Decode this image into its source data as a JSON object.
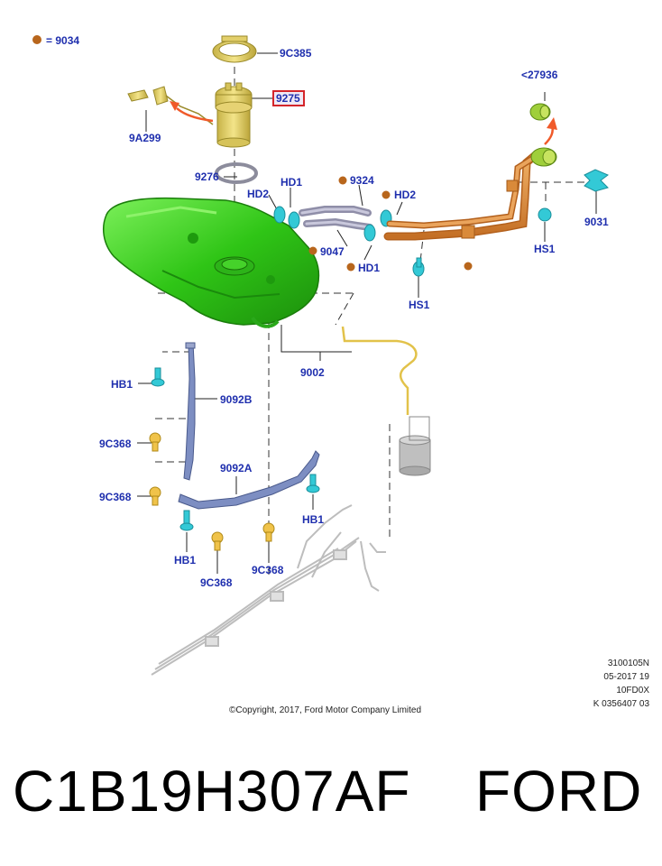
{
  "legend": {
    "label": "= 9034",
    "dot_color": "#b8661c"
  },
  "labels": {
    "ring": "9C385",
    "pump": "9275",
    "sender": "9A299",
    "seal": "9276",
    "hd1_top": "HD1",
    "hd2_left": "HD2",
    "hose_9324": "9324",
    "hd2_right": "HD2",
    "hose_9047": "9047",
    "hd1_bottom": "HD1",
    "hs1_mid": "HS1",
    "cap_27936": "<27936",
    "vent_9031": "9031",
    "hs1_right": "HS1",
    "tank_9002": "9002",
    "hb1_top": "HB1",
    "strap_9092b": "9092B",
    "bolt_9c368_a": "9C368",
    "strap_9092a": "9092A",
    "bolt_9c368_b": "9C368",
    "hb1_right": "HB1",
    "hb1_bottom": "HB1",
    "bolt_9c368_c": "9C368",
    "bolt_9c368_d": "9C368"
  },
  "meta": {
    "line1": "3100105N",
    "line2": "05-2017 19",
    "line3": "10FD0X",
    "line4": "K 0356407 03",
    "copyright": "©Copyright, 2017, Ford Motor Company Limited"
  },
  "part_number": "C1B19H307AF",
  "brand": "FORD",
  "colors": {
    "label": "#1f2fae",
    "highlight_box": "#d4252a",
    "tank": "#3fd61f",
    "yellow": "#e8d36a",
    "cyan": "#33c9d6",
    "orange": "#d98a3a",
    "arrow": "#f05a2a"
  }
}
